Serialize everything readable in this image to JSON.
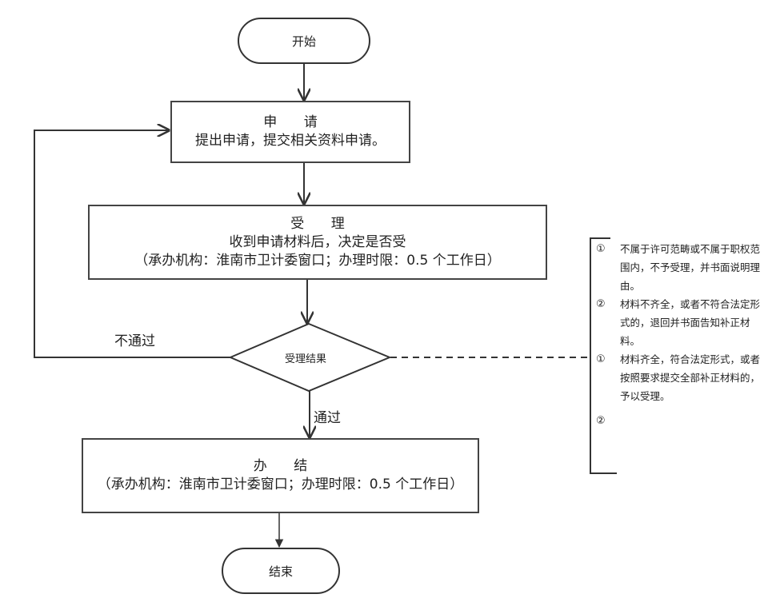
{
  "flowchart": {
    "start": {
      "label": "开始"
    },
    "apply": {
      "title": "申 请",
      "description": "提出申请，提交相关资料申请。"
    },
    "accept": {
      "title": "受 理",
      "description": "收到申请材料后，决定是否受",
      "detail": "（承办机构：淮南市卫计委窗口；办理时限：0.5 个工作日）"
    },
    "decision": {
      "label": "受理结果"
    },
    "edges": {
      "fail": "不通过",
      "pass": "通过"
    },
    "complete": {
      "title": "办 结",
      "detail": "（承办机构：淮南市卫计委窗口；办理时限：0.5 个工作日）"
    },
    "end": {
      "label": "结束"
    },
    "notes": [
      {
        "num": "①",
        "text": "不属于许可范畴或不属于职权范围内，不予受理，并书面说明理由。"
      },
      {
        "num": "②",
        "text": "材料不齐全，或者不符合法定形式的，退回并书面告知补正材料。"
      },
      {
        "num": "①",
        "text": "材料齐全，符合法定形式，或者按照要求提交全部补正材料的，予以受理。"
      },
      {
        "num": "②",
        "text": ""
      }
    ]
  }
}
